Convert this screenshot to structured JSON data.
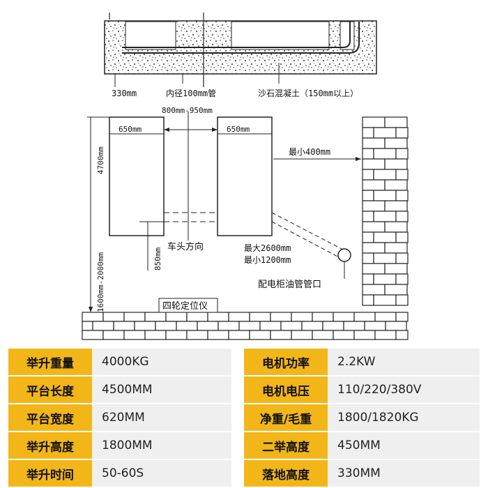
{
  "diagram": {
    "top_labels": {
      "width_330": "330mm",
      "pipe": "内径100mm管",
      "concrete": "沙石混凝土（150mm以上）"
    },
    "plan_labels": {
      "gap_width": "800mm-950mm",
      "left_width": "650mm",
      "right_width": "650mm",
      "min_400": "最小400mm",
      "length_4700": "4700mm",
      "length_1600_2000": "1600mm-2000mm",
      "depth_850": "850mm",
      "direction": "车头方向",
      "max_2600": "最大2600mm",
      "min_1200": "最小1200mm",
      "outlet": "配电柜油管管口",
      "locator": "四轮定位仪"
    }
  },
  "specs": {
    "rows": [
      {
        "k1": "举升重量",
        "v1": "4000KG",
        "k2": "电机功率",
        "v2": "2.2KW"
      },
      {
        "k1": "平台长度",
        "v1": "4500MM",
        "k2": "电机电压",
        "v2": "110/220/380V"
      },
      {
        "k1": "平台宽度",
        "v1": "620MM",
        "k2": "净重/毛重",
        "v2": "1800/1820KG"
      },
      {
        "k1": "举升高度",
        "v1": "1800MM",
        "k2": "二举高度",
        "v2": "450MM"
      },
      {
        "k1": "举升时间",
        "v1": "50-60S",
        "k2": "落地高度",
        "v2": "330MM"
      }
    ]
  },
  "colors": {
    "label_bg": "#f2b619",
    "value_bg": "#efefef"
  }
}
